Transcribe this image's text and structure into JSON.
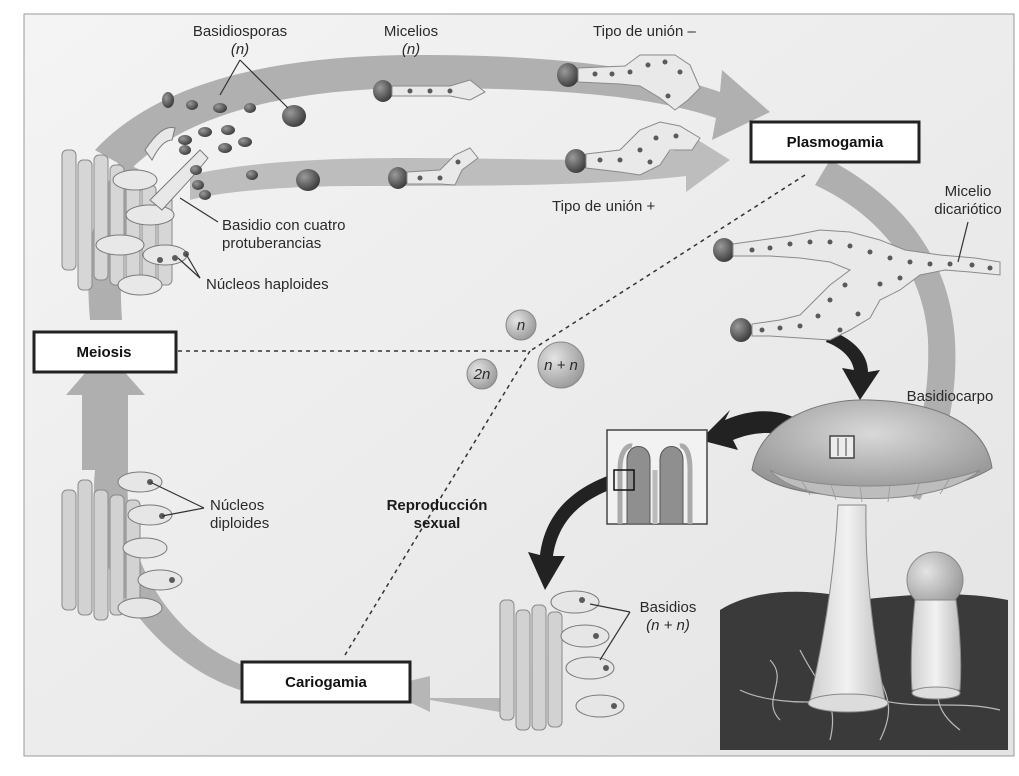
{
  "stages": {
    "plasmogamia": "Plasmogamia",
    "meiosis": "Meiosis",
    "cariogamia": "Cariogamia"
  },
  "labels": {
    "basidiosporas": "Basidiosporas",
    "basidiosporas_ploidy": "(n)",
    "micelios": "Micelios",
    "micelios_ploidy": "(n)",
    "tipo_union_minus": "Tipo de unión –",
    "tipo_union_plus": "Tipo de unión +",
    "basidio_cuatro_line1": "Basidio con cuatro",
    "basidio_cuatro_line2": "protuberancias",
    "nucleos_haploides": "Núcleos haploides",
    "micelio_dicariotico_line1": "Micelio",
    "micelio_dicariotico_line2": "dicariótico",
    "basidiocarpo": "Basidiocarpo",
    "nucleos_diploides_line1": "Núcleos",
    "nucleos_diploides_line2": "diploides",
    "reproduccion_line1": "Reproducción",
    "reproduccion_line2": "sexual",
    "basidios_line1": "Basidios",
    "basidios_line2": "(n + n)"
  },
  "legend": {
    "n": "n",
    "two_n": "2n",
    "n_plus_n": "n + n"
  }
}
